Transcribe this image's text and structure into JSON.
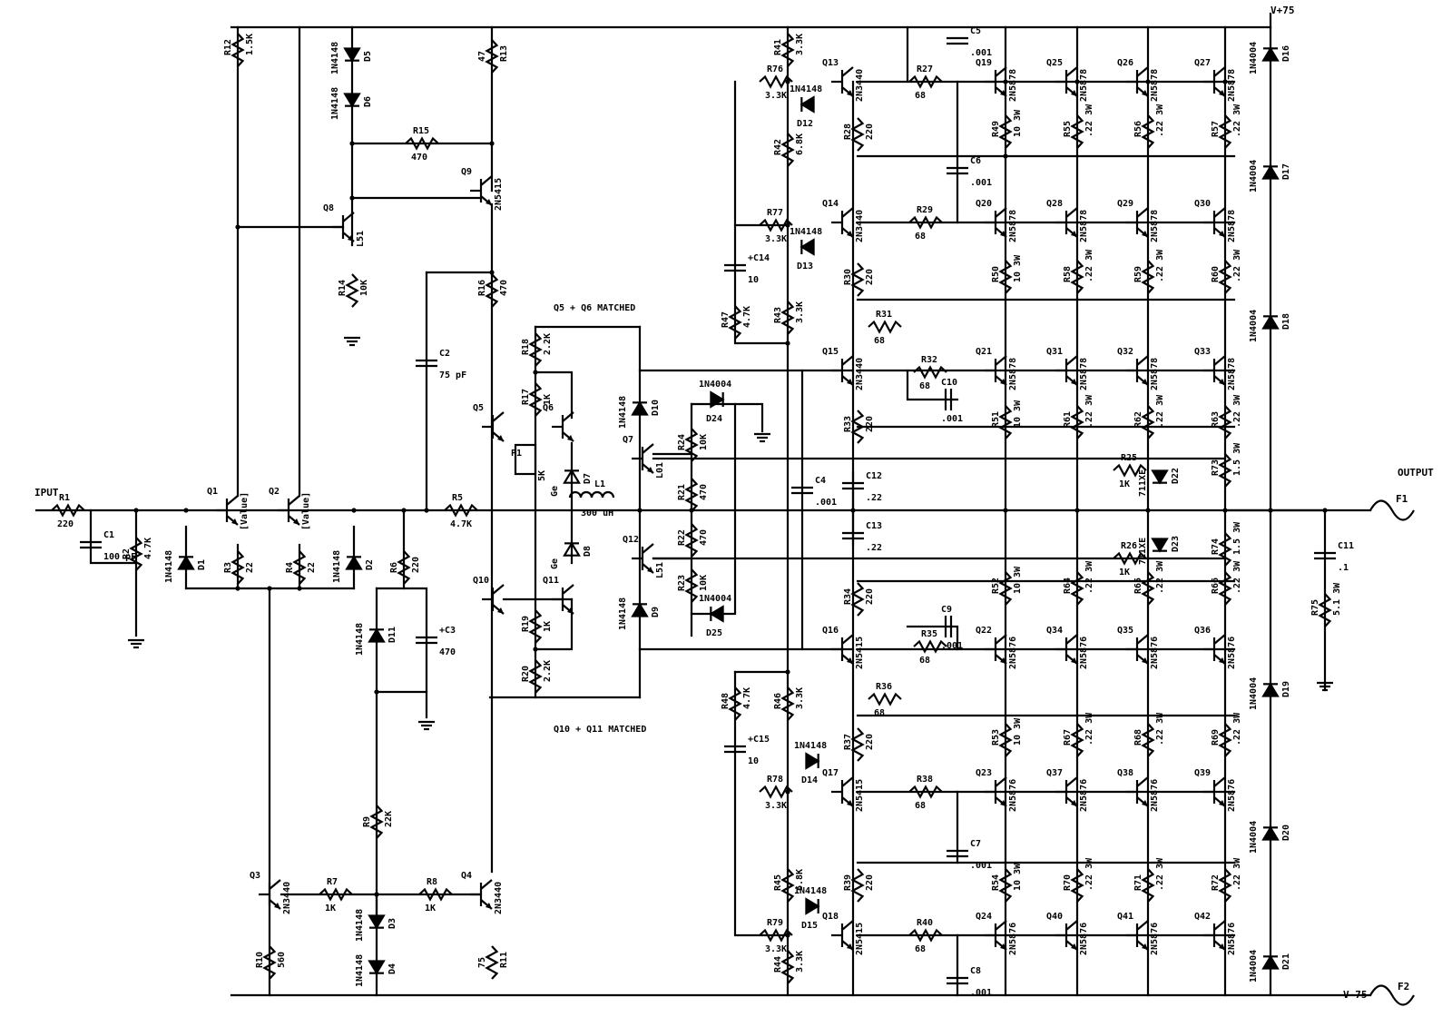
{
  "notes": {
    "q5_q6": "Q5 + Q6 MATCHED",
    "q10_q11": "Q10 + Q11 MATCHED"
  },
  "labels": {
    "input": "IPUT",
    "output": "OUTPUT",
    "vpos": "V+75",
    "vneg": "V-75",
    "f1": "F1",
    "f2": "F2"
  },
  "resistors": [
    {
      "ref": "R1",
      "val": "220"
    },
    {
      "ref": "R2",
      "val": "4.7K"
    },
    {
      "ref": "R3",
      "val": "22"
    },
    {
      "ref": "R4",
      "val": "22"
    },
    {
      "ref": "R5",
      "val": "4.7K"
    },
    {
      "ref": "R6",
      "val": "220"
    },
    {
      "ref": "R7",
      "val": "1K"
    },
    {
      "ref": "R8",
      "val": "1K"
    },
    {
      "ref": "R9",
      "val": "22K"
    },
    {
      "ref": "R10",
      "val": "560"
    },
    {
      "ref": "R11",
      "val": "75"
    },
    {
      "ref": "R12",
      "val": "1.5K"
    },
    {
      "ref": "R13",
      "val": "47"
    },
    {
      "ref": "R14",
      "val": "10K"
    },
    {
      "ref": "R15",
      "val": "470"
    },
    {
      "ref": "R16",
      "val": "470"
    },
    {
      "ref": "R17",
      "val": "1K"
    },
    {
      "ref": "R18",
      "val": "2.2K"
    },
    {
      "ref": "R19",
      "val": "1K"
    },
    {
      "ref": "R20",
      "val": "2.2K"
    },
    {
      "ref": "R21",
      "val": "470"
    },
    {
      "ref": "R22",
      "val": "470"
    },
    {
      "ref": "R23",
      "val": "10K"
    },
    {
      "ref": "R24",
      "val": "10K"
    },
    {
      "ref": "R25",
      "val": "1K"
    },
    {
      "ref": "R26",
      "val": "1K"
    },
    {
      "ref": "R27",
      "val": "68"
    },
    {
      "ref": "R28",
      "val": "220"
    },
    {
      "ref": "R29",
      "val": "68"
    },
    {
      "ref": "R30",
      "val": "220"
    },
    {
      "ref": "R31",
      "val": "68"
    },
    {
      "ref": "R32",
      "val": "68"
    },
    {
      "ref": "R33",
      "val": "220"
    },
    {
      "ref": "R34",
      "val": "220"
    },
    {
      "ref": "R35",
      "val": "68"
    },
    {
      "ref": "R36",
      "val": "68"
    },
    {
      "ref": "R37",
      "val": "220"
    },
    {
      "ref": "R38",
      "val": "68"
    },
    {
      "ref": "R39",
      "val": "220"
    },
    {
      "ref": "R40",
      "val": "68"
    },
    {
      "ref": "R41",
      "val": "3.3K"
    },
    {
      "ref": "R42",
      "val": "6.8K"
    },
    {
      "ref": "R43",
      "val": "3.3K"
    },
    {
      "ref": "R44",
      "val": "3.3K"
    },
    {
      "ref": "R45",
      "val": "6.8K"
    },
    {
      "ref": "R46",
      "val": "3.3K"
    },
    {
      "ref": "R47",
      "val": "4.7K"
    },
    {
      "ref": "R48",
      "val": "4.7K"
    },
    {
      "ref": "R49",
      "val": "10 3W"
    },
    {
      "ref": "R50",
      "val": "10 3W"
    },
    {
      "ref": "R51",
      "val": "10 3W"
    },
    {
      "ref": "R52",
      "val": "10 3W"
    },
    {
      "ref": "R53",
      "val": "10 3W"
    },
    {
      "ref": "R54",
      "val": "10 3W"
    },
    {
      "ref": "R55",
      "val": ".22 3W"
    },
    {
      "ref": "R56",
      "val": ".22 3W"
    },
    {
      "ref": "R57",
      "val": ".22 3W"
    },
    {
      "ref": "R58",
      "val": ".22 3W"
    },
    {
      "ref": "R59",
      "val": ".22 3W"
    },
    {
      "ref": "R60",
      "val": ".22 3W"
    },
    {
      "ref": "R61",
      "val": ".22 3W"
    },
    {
      "ref": "R62",
      "val": ".22 3W"
    },
    {
      "ref": "R63",
      "val": ".22 3W"
    },
    {
      "ref": "R64",
      "val": ".22 3W"
    },
    {
      "ref": "R65",
      "val": ".22 3W"
    },
    {
      "ref": "R66",
      "val": ".22 3W"
    },
    {
      "ref": "R67",
      "val": ".22 3W"
    },
    {
      "ref": "R68",
      "val": ".22 3W"
    },
    {
      "ref": "R69",
      "val": ".22 3W"
    },
    {
      "ref": "R70",
      "val": ".22 3W"
    },
    {
      "ref": "R71",
      "val": ".22 3W"
    },
    {
      "ref": "R72",
      "val": ".22 3W"
    },
    {
      "ref": "R73",
      "val": "1.5 3W"
    },
    {
      "ref": "R74",
      "val": "1.5 3W"
    },
    {
      "ref": "R75",
      "val": "5.1 3W"
    },
    {
      "ref": "R76",
      "val": "3.3K"
    },
    {
      "ref": "R77",
      "val": "3.3K"
    },
    {
      "ref": "R78",
      "val": "3.3K"
    },
    {
      "ref": "R79",
      "val": "3.3K"
    }
  ],
  "capacitors": [
    {
      "ref": "C1",
      "val": "100 pF"
    },
    {
      "ref": "C2",
      "val": "75 pF"
    },
    {
      "ref": "C3",
      "val": "470"
    },
    {
      "ref": "C4",
      "val": ".001"
    },
    {
      "ref": "C5",
      "val": ".001"
    },
    {
      "ref": "C6",
      "val": ".001"
    },
    {
      "ref": "C7",
      "val": ".001"
    },
    {
      "ref": "C8",
      "val": ".001"
    },
    {
      "ref": "C9",
      "val": ".001"
    },
    {
      "ref": "C10",
      "val": ".001"
    },
    {
      "ref": "C11",
      "val": ".1"
    },
    {
      "ref": "C12",
      "val": ".22"
    },
    {
      "ref": "C13",
      "val": ".22"
    },
    {
      "ref": "C14",
      "val": "10"
    },
    {
      "ref": "C15",
      "val": "10"
    }
  ],
  "diodes": [
    {
      "ref": "D1",
      "val": "1N4148"
    },
    {
      "ref": "D2",
      "val": "1N4148"
    },
    {
      "ref": "D3",
      "val": "1N4148"
    },
    {
      "ref": "D4",
      "val": "1N4148"
    },
    {
      "ref": "D5",
      "val": "1N4148"
    },
    {
      "ref": "D6",
      "val": "1N4148"
    },
    {
      "ref": "D7",
      "val": "Ge"
    },
    {
      "ref": "D8",
      "val": "Ge"
    },
    {
      "ref": "D9",
      "val": "1N4148"
    },
    {
      "ref": "D10",
      "val": "1N4148"
    },
    {
      "ref": "D11",
      "val": "1N4148"
    },
    {
      "ref": "D12",
      "val": "1N4148"
    },
    {
      "ref": "D13",
      "val": "1N4148"
    },
    {
      "ref": "D14",
      "val": "1N4148"
    },
    {
      "ref": "D15",
      "val": "1N4148"
    },
    {
      "ref": "D16",
      "val": "1N4004"
    },
    {
      "ref": "D17",
      "val": "1N4004"
    },
    {
      "ref": "D18",
      "val": "1N4004"
    },
    {
      "ref": "D19",
      "val": "1N4004"
    },
    {
      "ref": "D20",
      "val": "1N4004"
    },
    {
      "ref": "D21",
      "val": "1N4004"
    },
    {
      "ref": "D22",
      "val": "711XE"
    },
    {
      "ref": "D23",
      "val": "711XE"
    },
    {
      "ref": "D24",
      "val": "1N4004"
    },
    {
      "ref": "D25",
      "val": "1N4004"
    }
  ],
  "transistors": [
    {
      "ref": "Q1",
      "val": "[Value]"
    },
    {
      "ref": "Q2",
      "val": "[Value]"
    },
    {
      "ref": "Q3",
      "val": "2N3440"
    },
    {
      "ref": "Q4",
      "val": "2N3440"
    },
    {
      "ref": "Q5",
      "val": ""
    },
    {
      "ref": "Q6",
      "val": ""
    },
    {
      "ref": "Q7",
      "val": "L01"
    },
    {
      "ref": "Q8",
      "val": "L51"
    },
    {
      "ref": "Q9",
      "val": "2N5415"
    },
    {
      "ref": "Q10",
      "val": ""
    },
    {
      "ref": "Q11",
      "val": ""
    },
    {
      "ref": "Q12",
      "val": "L51"
    },
    {
      "ref": "Q13",
      "val": "2N3440"
    },
    {
      "ref": "Q14",
      "val": "2N3440"
    },
    {
      "ref": "Q15",
      "val": "2N3440"
    },
    {
      "ref": "Q16",
      "val": "2N5415"
    },
    {
      "ref": "Q17",
      "val": "2N5415"
    },
    {
      "ref": "Q18",
      "val": "2N5415"
    },
    {
      "ref": "Q19",
      "val": "2N5878"
    },
    {
      "ref": "Q20",
      "val": "2N5878"
    },
    {
      "ref": "Q21",
      "val": "2N5878"
    },
    {
      "ref": "Q22",
      "val": "2N5876"
    },
    {
      "ref": "Q23",
      "val": "2N5876"
    },
    {
      "ref": "Q24",
      "val": "2N5876"
    },
    {
      "ref": "Q25",
      "val": "2N5878"
    },
    {
      "ref": "Q26",
      "val": "2N5878"
    },
    {
      "ref": "Q27",
      "val": "2N5878"
    },
    {
      "ref": "Q28",
      "val": "2N5878"
    },
    {
      "ref": "Q29",
      "val": "2N5878"
    },
    {
      "ref": "Q30",
      "val": "2N5878"
    },
    {
      "ref": "Q31",
      "val": "2N5878"
    },
    {
      "ref": "Q32",
      "val": "2N5878"
    },
    {
      "ref": "Q33",
      "val": "2N5878"
    },
    {
      "ref": "Q34",
      "val": "2N5876"
    },
    {
      "ref": "Q35",
      "val": "2N5876"
    },
    {
      "ref": "Q36",
      "val": "2N5876"
    },
    {
      "ref": "Q37",
      "val": "2N5876"
    },
    {
      "ref": "Q38",
      "val": "2N5876"
    },
    {
      "ref": "Q39",
      "val": "2N5876"
    },
    {
      "ref": "Q40",
      "val": "2N5876"
    },
    {
      "ref": "Q41",
      "val": "2N5876"
    },
    {
      "ref": "Q42",
      "val": "2N5876"
    }
  ],
  "misc": [
    {
      "ref": "L1",
      "val": "300 uH"
    },
    {
      "ref": "P1",
      "val": "5K"
    }
  ]
}
